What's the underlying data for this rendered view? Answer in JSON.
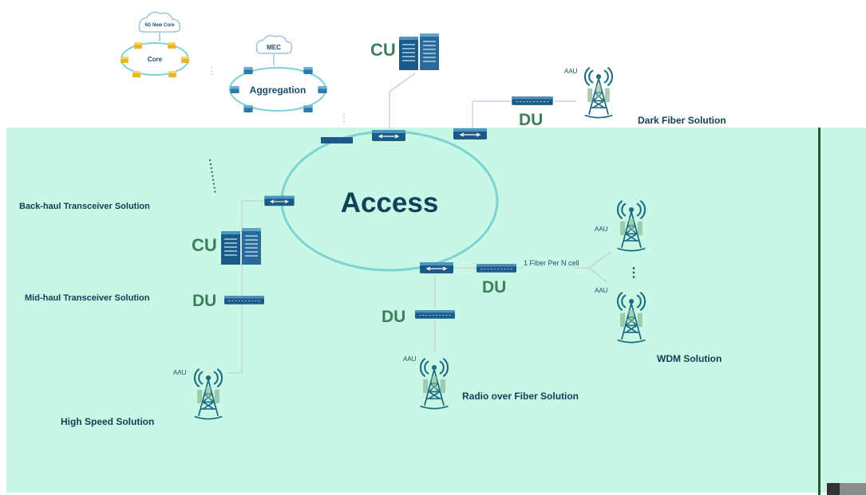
{
  "core_cloud": {
    "label": "5G New Core"
  },
  "core_ring": {
    "label": "Core"
  },
  "mec_cloud": {
    "label": "MEC"
  },
  "aggregation_ring": {
    "label": "Aggregation"
  },
  "access_ring": {
    "label": "Access"
  },
  "cu_label": "CU",
  "du_label": "DU",
  "aau_label": "AAU",
  "fiber_per_cell": "1 Fiber Per N cell",
  "wdm_ellipsis": "⋮",
  "solutions": {
    "dark_fiber": "Dark Fiber Solution",
    "back_haul": "Back-haul Transceiver Solution",
    "mid_haul": "Mid-haul Transceiver Solution",
    "high_speed": "High Speed Solution",
    "radio_over_fiber": "Radio over Fiber Solution",
    "wdm": "WDM Solution"
  },
  "colors": {
    "panel": "#c8f7e6",
    "label_navy": "#0f4259",
    "label_green": "#3c7f5a",
    "ring": "#7cd3d4",
    "device": "#1b5b86",
    "tower": "#1a6a80"
  },
  "icons": [
    "cloud-icon",
    "server-icon",
    "switch-icon",
    "du-device-icon",
    "antenna-tower-icon"
  ]
}
